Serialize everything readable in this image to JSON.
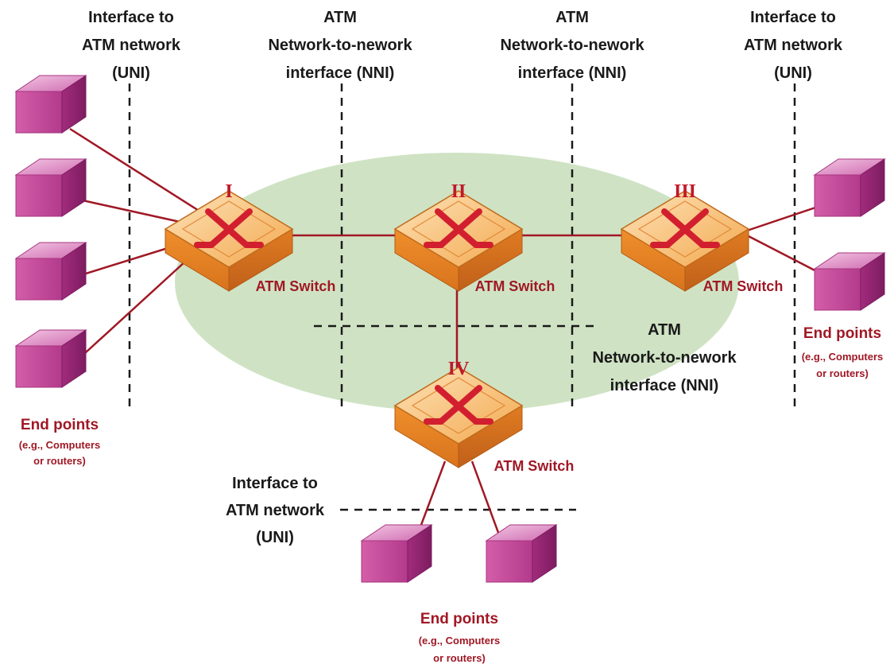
{
  "interfaces": {
    "uni_left": [
      "Interface to",
      "ATM network",
      "(UNI)"
    ],
    "nni_left": [
      "ATM",
      "Network-to-nework",
      "interface (NNI)"
    ],
    "nni_right": [
      "ATM",
      "Network-to-nework",
      "interface (NNI)"
    ],
    "uni_right": [
      "Interface to",
      "ATM network",
      "(UNI)"
    ],
    "nni_center": [
      "ATM",
      "Network-to-nework",
      "interface (NNI)"
    ],
    "uni_bottom": [
      "Interface to",
      "ATM network",
      "(UNI)"
    ]
  },
  "switches": [
    {
      "numeral": "I",
      "label": "ATM Switch"
    },
    {
      "numeral": "II",
      "label": "ATM Switch"
    },
    {
      "numeral": "III",
      "label": "ATM Switch"
    },
    {
      "numeral": "IV",
      "label": "ATM Switch"
    }
  ],
  "endpoints": {
    "left": {
      "title": "End points",
      "sub": [
        "(e.g., Computers",
        "or routers)"
      ]
    },
    "right": {
      "title": "End points",
      "sub": [
        "(e.g., Computers",
        "or routers)"
      ]
    },
    "bottom": {
      "title": "End points",
      "sub": [
        "(e.g., Computers",
        "or routers)"
      ]
    }
  },
  "colors": {
    "network": "#cfe3c4",
    "link": "#a01825",
    "switch": "#f4a24a",
    "endpoint": "#c2408f"
  }
}
